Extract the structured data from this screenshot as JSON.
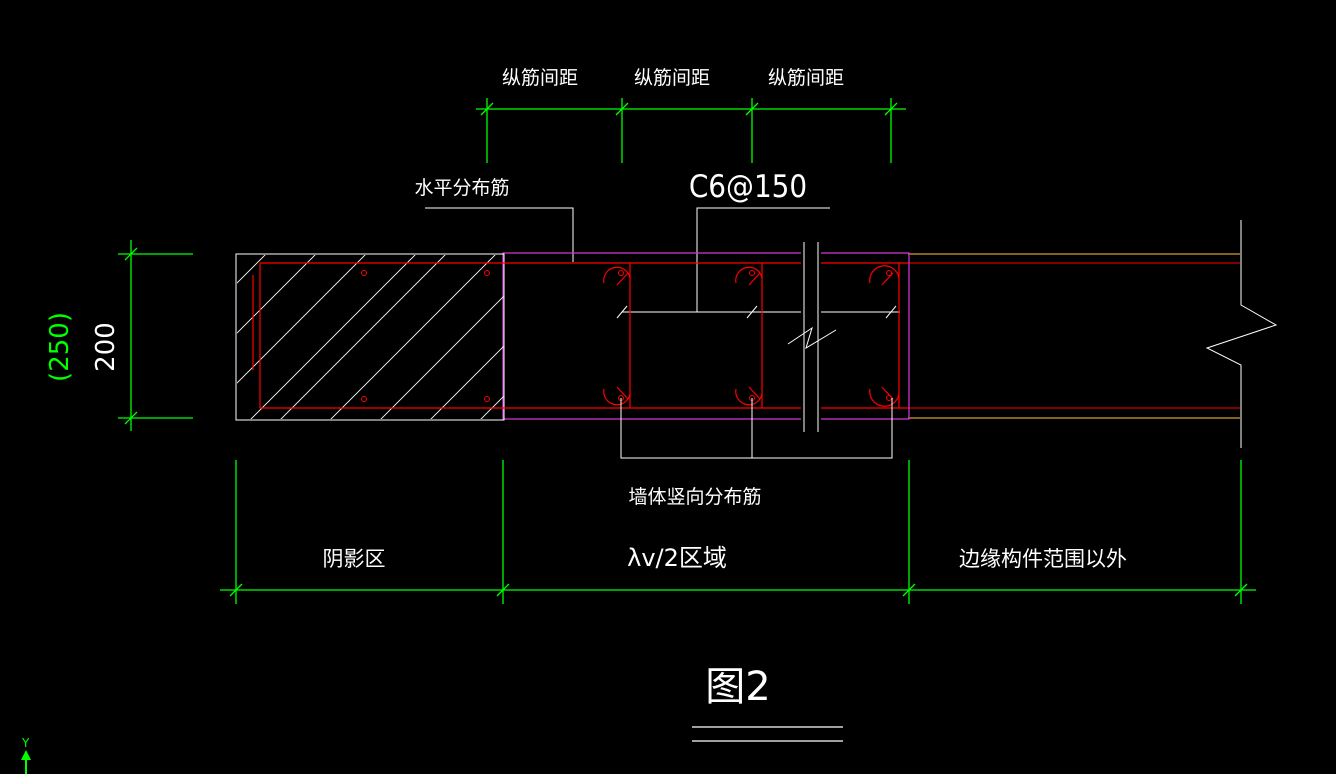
{
  "labels": {
    "rebar_spacing_1": "纵筋间距",
    "rebar_spacing_2": "纵筋间距",
    "rebar_spacing_3": "纵筋间距",
    "horizontal_bar": "水平分布筋",
    "stirrup_spec": "C6@150",
    "vertical_bar": "墙体竖向分布筋",
    "dim_alt": "(250)",
    "dim_main": "200",
    "zone_shadow": "阴影区",
    "zone_lv2": "λv/2区域",
    "zone_outside": "边缘构件范围以外",
    "figure_title": "图2",
    "ucs_y": "Y"
  },
  "colors": {
    "background": "#000000",
    "dimension": "#00ff00",
    "text": "#ffffff",
    "rebar": "#ff0000",
    "wall_outline": "#cc33cc",
    "wall_edge_yellow": "#ffcc33"
  }
}
